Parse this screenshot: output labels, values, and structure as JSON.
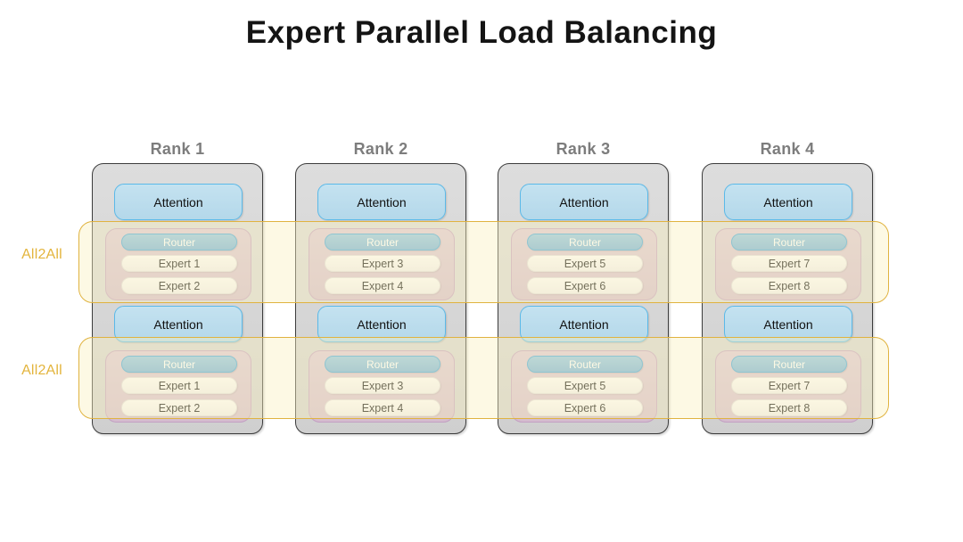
{
  "title": "Expert Parallel Load Balancing",
  "colors": {
    "background": "#FFFFFF",
    "title_text": "#141414",
    "rank_header_text": "#7D7D7D",
    "rank_box_fill": "#D6D6D6",
    "rank_box_border": "#3C3C3C",
    "attention_fill": "#B9DCEC",
    "attention_border": "#5BB9E8",
    "moe_fill": "#D6C0D2",
    "moe_border": "#C3A0C3",
    "router_fill": "#7FB8E0",
    "router_border": "#43A6DE",
    "router_text": "#FFFFFF",
    "expert_fill": "#F5F3F5",
    "expert_border": "#E0DCE0",
    "all2all_border": "#E0B340",
    "all2all_fill": "#FAF0BE",
    "all2all_label": "#E3B43C"
  },
  "all2all_bands": [
    {
      "label": "All2All"
    },
    {
      "label": "All2All"
    }
  ],
  "ranks": [
    {
      "header": "Rank 1",
      "layers": [
        {
          "type": "attention",
          "label": "Attention"
        },
        {
          "type": "moe",
          "router": "Router",
          "experts": [
            "Expert 1",
            "Expert 2"
          ]
        },
        {
          "type": "attention",
          "label": "Attention"
        },
        {
          "type": "moe",
          "router": "Router",
          "experts": [
            "Expert 1",
            "Expert 2"
          ]
        }
      ]
    },
    {
      "header": "Rank 2",
      "layers": [
        {
          "type": "attention",
          "label": "Attention"
        },
        {
          "type": "moe",
          "router": "Router",
          "experts": [
            "Expert 3",
            "Expert 4"
          ]
        },
        {
          "type": "attention",
          "label": "Attention"
        },
        {
          "type": "moe",
          "router": "Router",
          "experts": [
            "Expert 3",
            "Expert 4"
          ]
        }
      ]
    },
    {
      "header": "Rank 3",
      "layers": [
        {
          "type": "attention",
          "label": "Attention"
        },
        {
          "type": "moe",
          "router": "Router",
          "experts": [
            "Expert 5",
            "Expert 6"
          ]
        },
        {
          "type": "attention",
          "label": "Attention"
        },
        {
          "type": "moe",
          "router": "Router",
          "experts": [
            "Expert 5",
            "Expert 6"
          ]
        }
      ]
    },
    {
      "header": "Rank 4",
      "layers": [
        {
          "type": "attention",
          "label": "Attention"
        },
        {
          "type": "moe",
          "router": "Router",
          "experts": [
            "Expert 7",
            "Expert 8"
          ]
        },
        {
          "type": "attention",
          "label": "Attention"
        },
        {
          "type": "moe",
          "router": "Router",
          "experts": [
            "Expert 7",
            "Expert 8"
          ]
        }
      ]
    }
  ]
}
